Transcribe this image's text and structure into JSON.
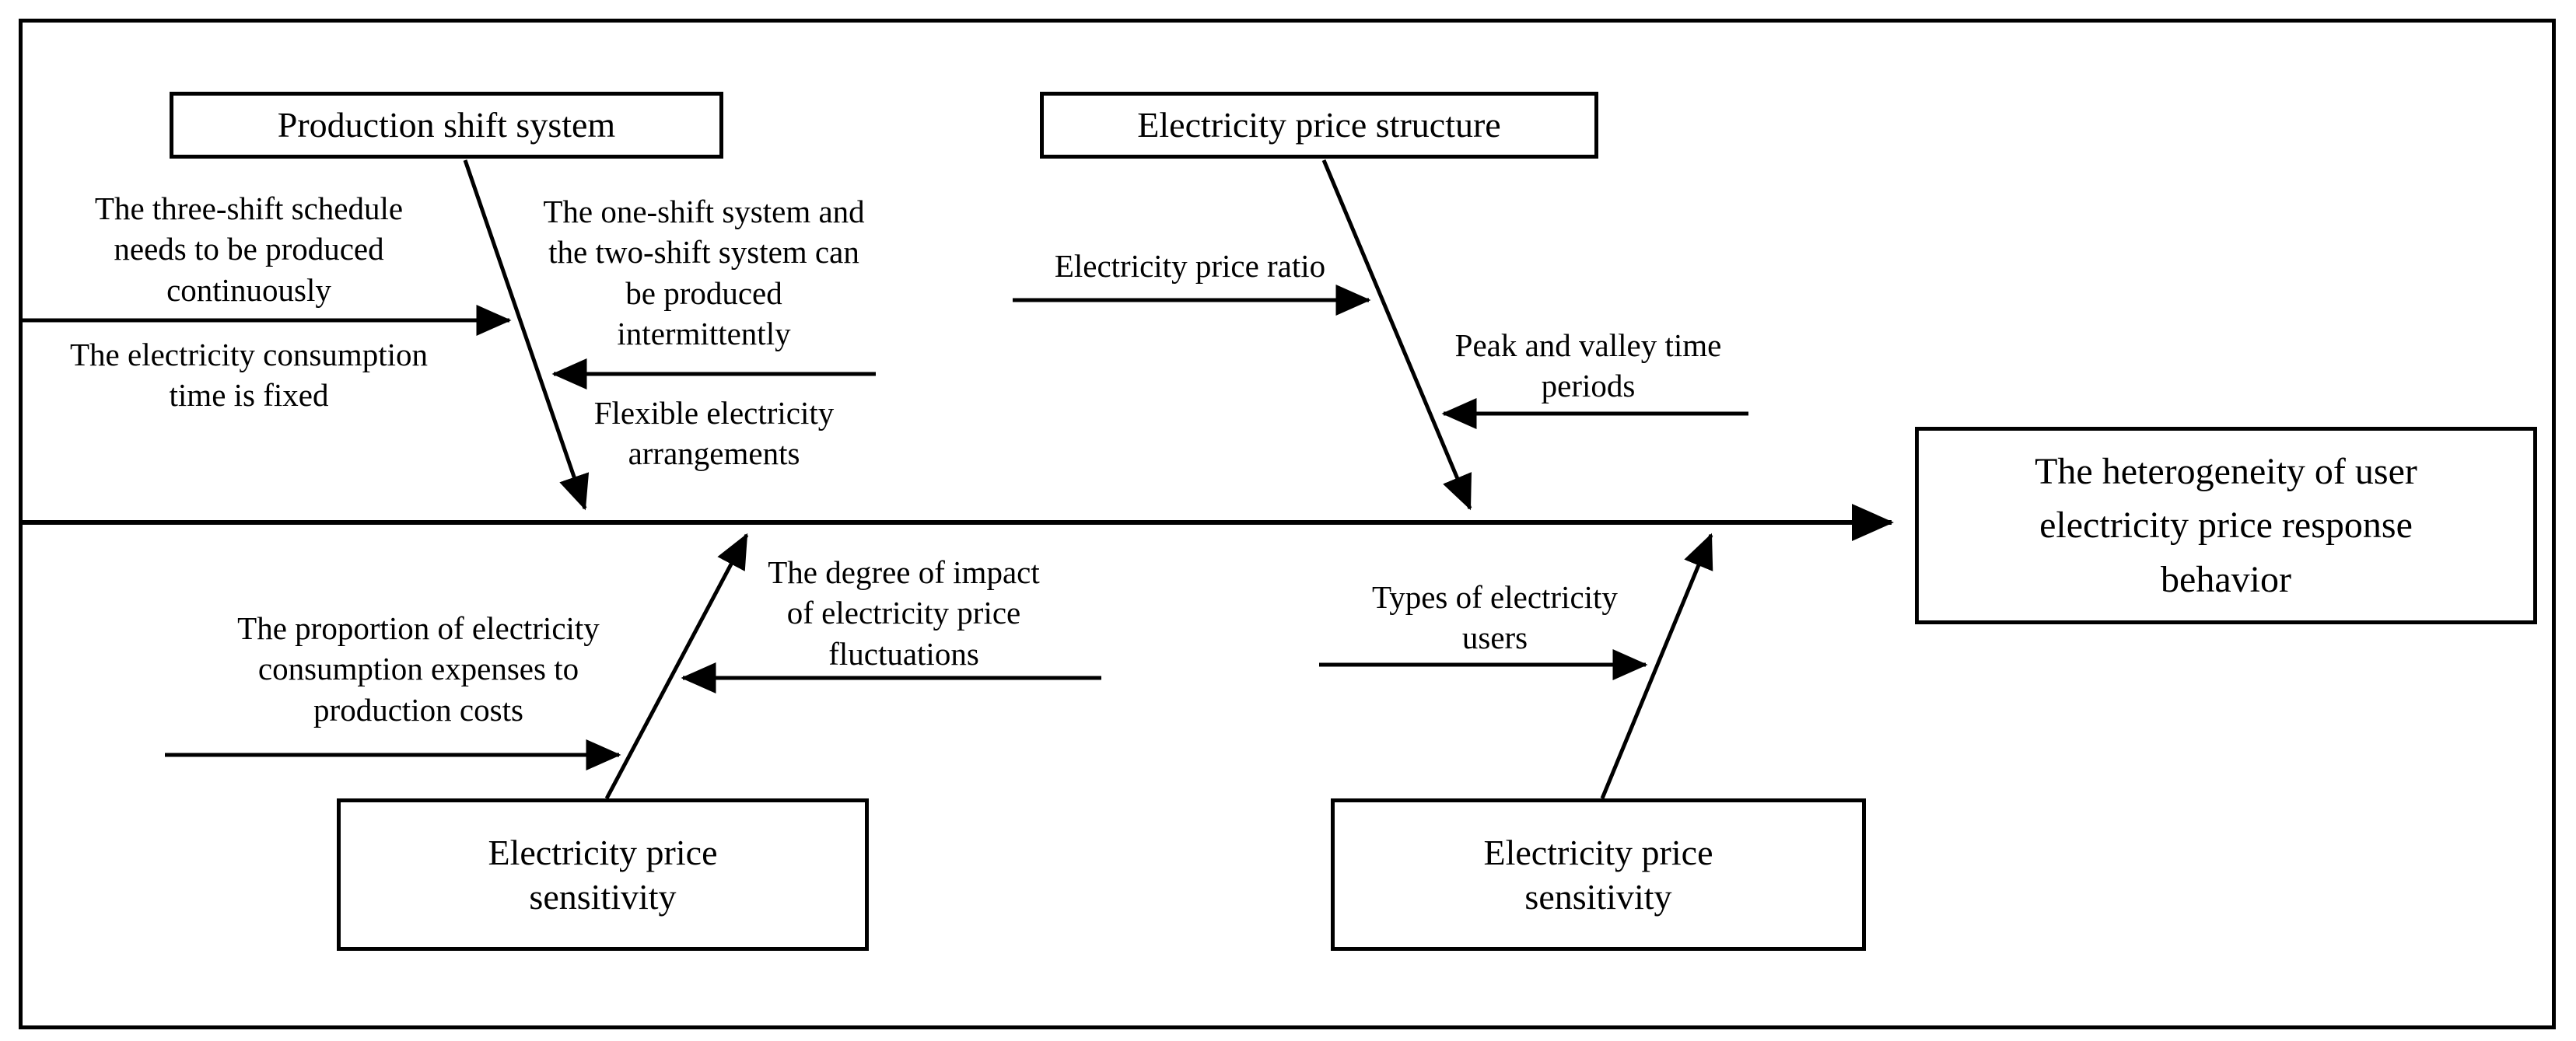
{
  "diagram": {
    "effect_box": {
      "label": "The heterogeneity of user\nelectricity price response\nbehavior"
    },
    "top_left_branch": {
      "category": "Production shift system",
      "cause_above_arrow": "The three-shift schedule\nneeds to be produced\ncontinuously",
      "cause_below_arrow": "The electricity consumption\ntime is fixed",
      "cause_right_upper": "The one-shift system and\nthe two-shift system can\nbe produced\nintermittently",
      "cause_right_lower": "Flexible electricity\narrangements"
    },
    "top_right_branch": {
      "category": "Electricity price structure",
      "cause_left": "Electricity price ratio",
      "cause_right": "Peak and valley time\nperiods"
    },
    "bottom_left_branch": {
      "category": "Electricity price\nsensitivity",
      "cause_left": "The proportion of electricity\nconsumption expenses to\nproduction costs",
      "cause_right": "The degree of impact\nof electricity price\nfluctuations"
    },
    "bottom_right_branch": {
      "category": "Electricity price\nsensitivity",
      "cause_left": "Types of electricity\nusers"
    },
    "colors": {
      "ink": "#000000",
      "background": "#ffffff"
    }
  }
}
